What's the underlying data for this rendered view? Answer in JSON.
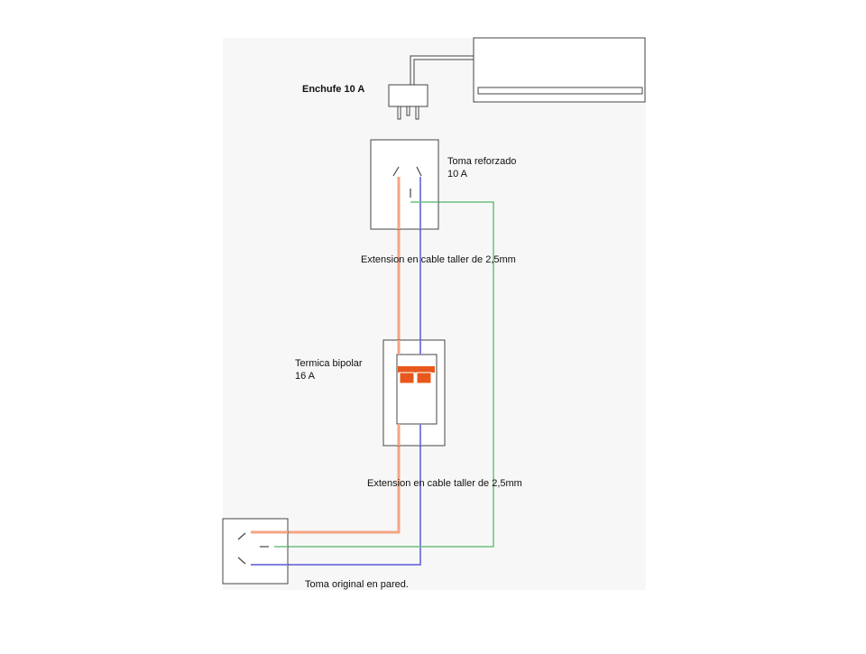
{
  "labels": {
    "plug": "Enchufe 10 A",
    "outlet_reinforced_line1": "Toma reforzado",
    "outlet_reinforced_line2": "10 A",
    "extension_upper": "Extension en cable taller de 2,5mm",
    "breaker_line1": "Termica bipolar",
    "breaker_line2": "16 A",
    "extension_lower": "Extension en cable taller de 2,5mm",
    "wall_outlet": "Toma original en pared."
  },
  "colors": {
    "paper": "#f7f7f7",
    "outline": "#444444",
    "live_wire": "#f4a585",
    "neutral_wire": "#8080e0",
    "ground_wire": "#6fbf7f",
    "breaker_toggle": "#e8581c"
  }
}
